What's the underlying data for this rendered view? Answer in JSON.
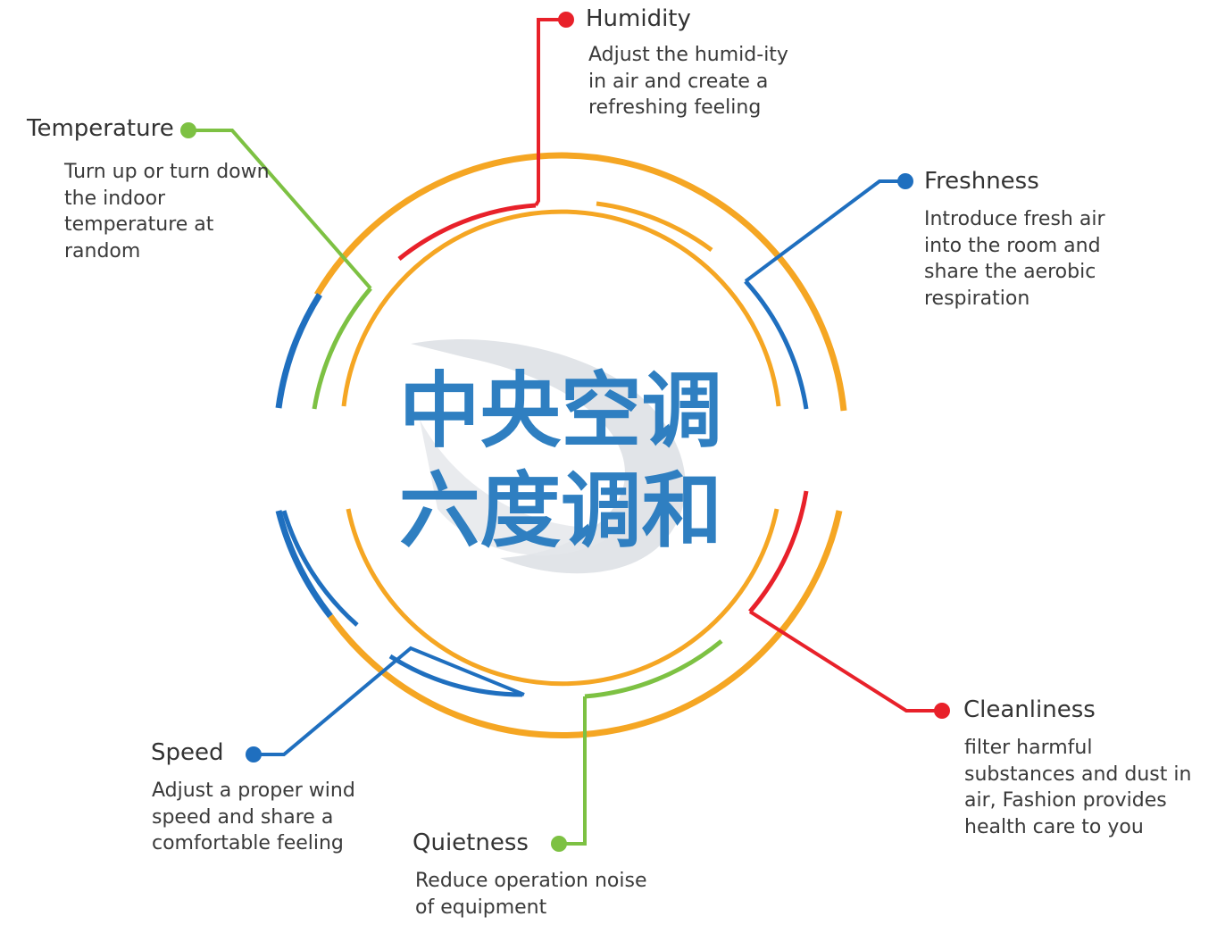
{
  "center": {
    "line1": "中央空调",
    "line2": "六度调和"
  },
  "nodes": {
    "temperature": {
      "title": "Temperature",
      "desc": "Turn up or turn down the indoor temperature at random",
      "color": "#7dc143"
    },
    "humidity": {
      "title": "Humidity",
      "desc": "Adjust the humid-ity in air and create a refreshing feeling",
      "color": "#e8212a"
    },
    "freshness": {
      "title": "Freshness",
      "desc": "Introduce fresh air into the room and share the aerobic respiration",
      "color": "#1f6fbf"
    },
    "cleanliness": {
      "title": "Cleanliness",
      "desc": "filter harmful substances and dust in air, Fashion provides health care to you",
      "color": "#e8212a"
    },
    "speed": {
      "title": "Speed",
      "desc": "Adjust a proper wind speed and share a comfortable feeling",
      "color": "#1f6fbf"
    },
    "quietness": {
      "title": "Quietness",
      "desc": "Reduce operation noise of equipment",
      "color": "#7dc143"
    }
  },
  "colors": {
    "orange": "#f5a623",
    "blue": "#1f6fbf",
    "red": "#e8212a",
    "green": "#7dc143",
    "text": "#333333",
    "center_text": "#2f7fc1"
  }
}
